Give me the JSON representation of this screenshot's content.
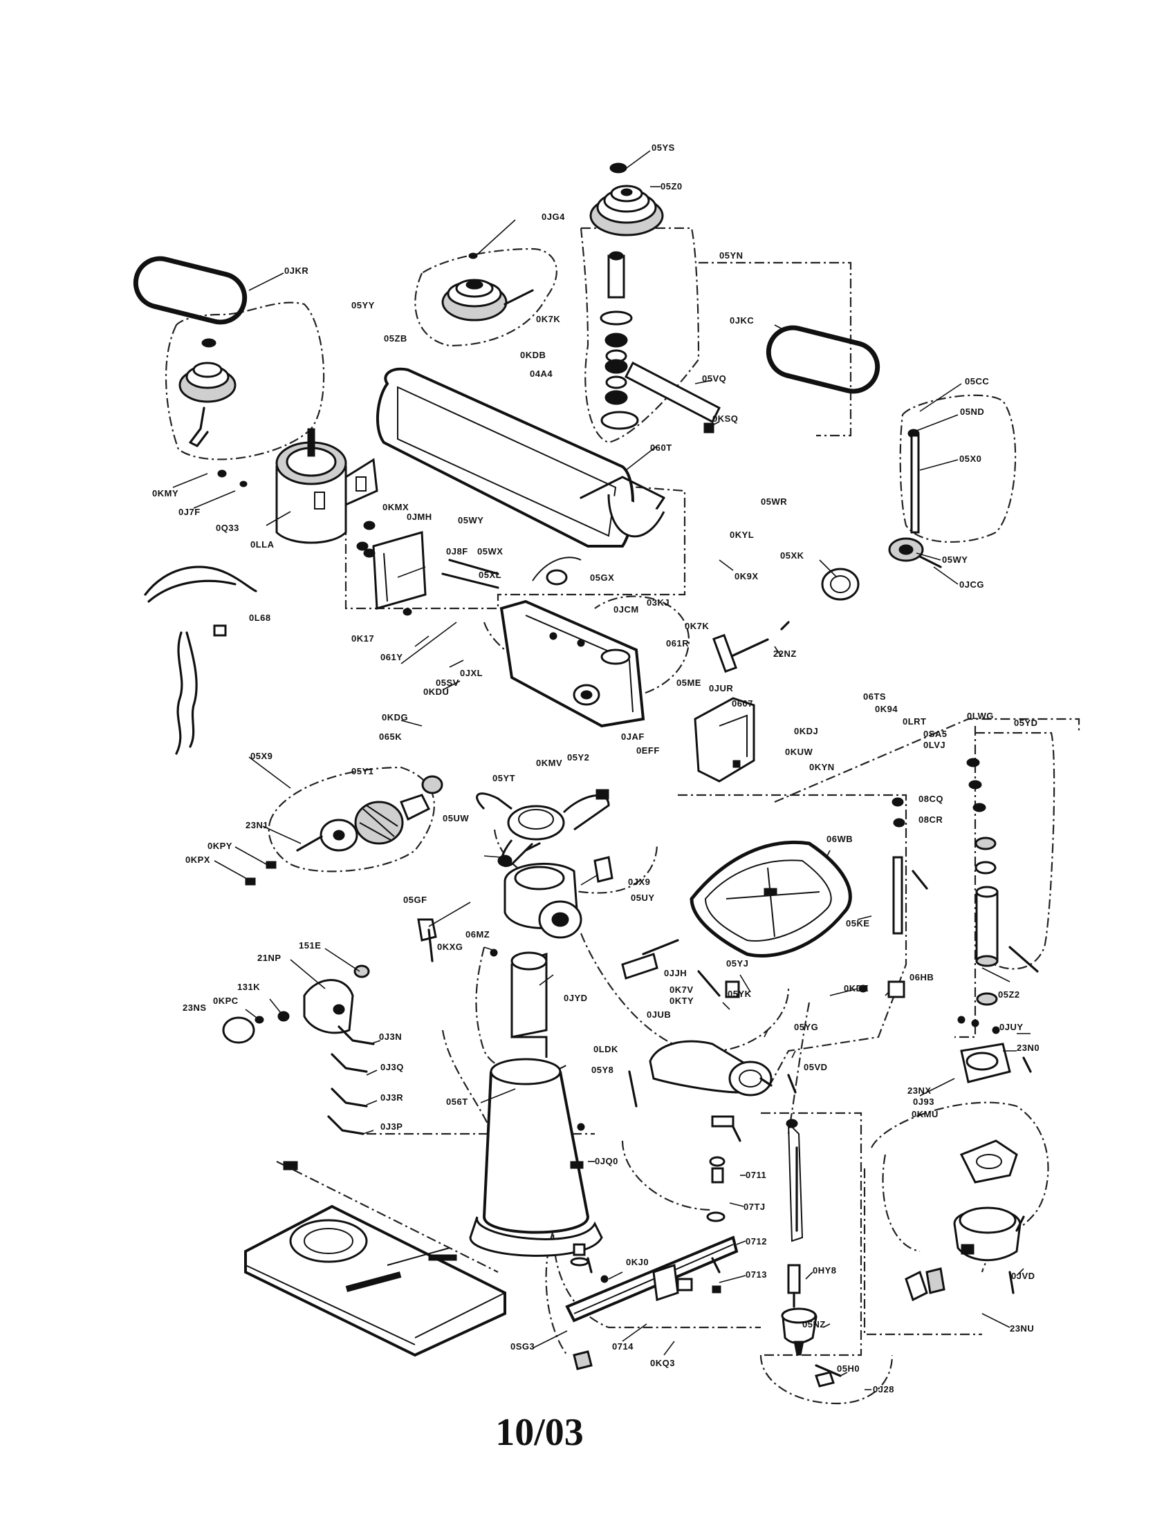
{
  "footer": {
    "date": "10/03"
  },
  "labels": {
    "top": [
      "05YS",
      "05Z0",
      "0JG4",
      "05YN",
      "0JKR",
      "05YY",
      "05ZB",
      "0K7K",
      "0JKC",
      "05CC",
      "0KDB",
      "04A4",
      "05VQ",
      "0KSQ",
      "05ND",
      "060T",
      "05X0",
      "0KMY",
      "0J7F",
      "0Q33",
      "0KMX",
      "0JMH",
      "05WY",
      "05WR",
      "0LLA",
      "0J8F",
      "05WX",
      "05XL",
      "05GX",
      "0KYL",
      "0K9X",
      "05XK",
      "05WY",
      "0JCG",
      "0L68",
      "0JCM",
      "03KJ",
      "0K7K",
      "061R",
      "22NZ"
    ],
    "middle": [
      "0K17",
      "061Y",
      "05SV",
      "0JXL",
      "05ME",
      "0JUR",
      "0607",
      "06TS",
      "0K94",
      "0LRT",
      "0SA5",
      "0LVJ",
      "0LWG",
      "05YD",
      "0KDU",
      "0KDJ",
      "0KUW",
      "0KYN",
      "0KDG",
      "065K",
      "0JAF",
      "0EFF",
      "05Y2",
      "0KMV",
      "05X9",
      "05Y1",
      "05YT",
      "08CQ",
      "08CR",
      "23N1",
      "05UW",
      "06WB",
      "0KPY",
      "0KPX",
      "0JX9",
      "05UY",
      "05GF",
      "06MZ",
      "0KXG",
      "05KE"
    ],
    "lower": [
      "0JJH",
      "05YJ",
      "0K7V",
      "05YK",
      "151E",
      "21NP",
      "0KTY",
      "0JUB",
      "0KDZ",
      "05Z2",
      "06HB",
      "131K",
      "0KPC",
      "23NS",
      "0JYD",
      "05YG",
      "0LDK",
      "05Y8",
      "05VD",
      "0JUY",
      "23N0",
      "0J3N",
      "0J3Q",
      "0J3R",
      "0J3P",
      "056T",
      "23NX",
      "0J93",
      "0KMU",
      "0JQ0",
      "0711",
      "07TJ",
      "0712",
      "0713",
      "0KJ0",
      "0HY8",
      "0JVD",
      "0SG3",
      "0714",
      "0KQ3",
      "05NZ",
      "05H0",
      "0J28",
      "23NU"
    ]
  },
  "icons": [
    "drive-pulley-icon",
    "spindle-pulley-icon",
    "motor-pulley-icon",
    "belt-icon",
    "belt-guard-icon",
    "motor-icon",
    "head-casting-icon",
    "table-icon",
    "column-icon",
    "base-icon",
    "feed-handle-icon",
    "chuck-icon",
    "power-cord-icon"
  ]
}
